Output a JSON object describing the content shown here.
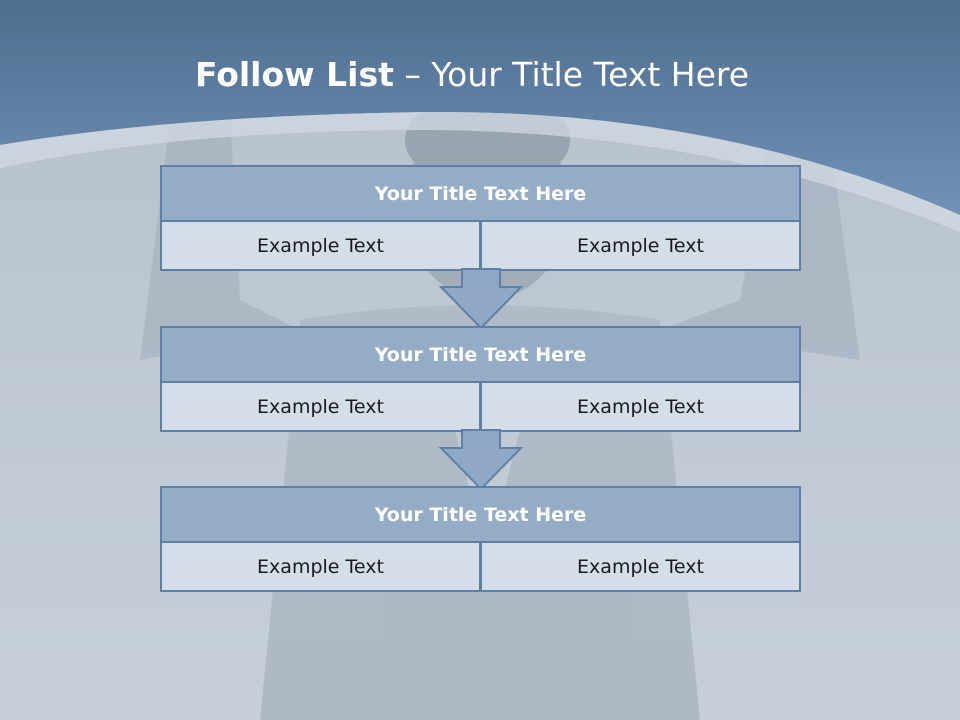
{
  "slide": {
    "title_bold": "Follow List",
    "title_rest": " – Your Title Text Here"
  },
  "blocks": [
    {
      "title": "Your Title Text Here",
      "left": "Example Text",
      "right": "Example Text"
    },
    {
      "title": "Your Title Text Here",
      "left": "Example Text",
      "right": "Example Text"
    },
    {
      "title": "Your Title Text Here",
      "left": "Example Text",
      "right": "Example Text"
    }
  ],
  "colors": {
    "banner": "#5d7fa3",
    "header_fill": "#95acc6",
    "cell_fill": "#d5dde7",
    "border": "#5e80a6",
    "arrow_fill": "#8fa8c4"
  }
}
